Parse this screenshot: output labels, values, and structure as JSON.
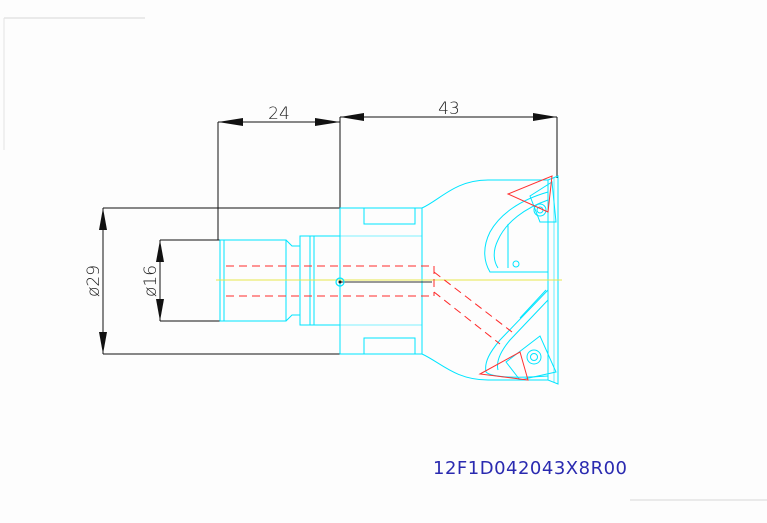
{
  "drawing": {
    "dimensions": {
      "shank_length": "24",
      "head_length": "43",
      "body_diameter": "ø29",
      "shank_diameter": "ø16"
    },
    "part_number": "12F1D042043X8R00"
  },
  "colors": {
    "outline": "#00e5ff",
    "dimension": "#111111",
    "coolant": "#ff2a2a",
    "centerline": "#e8e84a",
    "insert": "#ff3030",
    "part_number": "#2a2ab0"
  }
}
